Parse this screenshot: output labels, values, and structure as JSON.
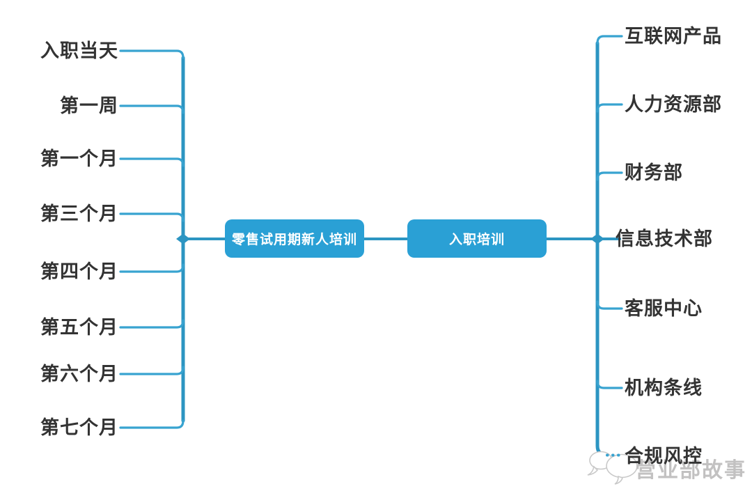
{
  "diagram": {
    "type": "mindmap",
    "center_nodes": [
      {
        "id": "left-topic",
        "label": "零售试用期新人培训"
      },
      {
        "id": "root-topic",
        "label": "入职培训"
      }
    ],
    "left_branches": [
      {
        "label": "入职当天"
      },
      {
        "label": "第一周"
      },
      {
        "label": "第一个月"
      },
      {
        "label": "第三个月"
      },
      {
        "label": "第四个月"
      },
      {
        "label": "第五个月"
      },
      {
        "label": "第六个月"
      },
      {
        "label": "第七个月"
      }
    ],
    "right_branches": [
      {
        "label": "互联网产品"
      },
      {
        "label": "人力资源部"
      },
      {
        "label": "财务部"
      },
      {
        "label": "信息技术部"
      },
      {
        "label": "客服中心"
      },
      {
        "label": "机构条线"
      },
      {
        "label": "合规风控"
      }
    ]
  },
  "watermark": {
    "text": "营业部故事",
    "icon": "chat-bubbles-icon"
  },
  "colors": {
    "node_fill": "#2AA0D5",
    "line": "#38A3D0",
    "spine": "#2C95C2",
    "label_text": "#333333",
    "watermark_text": "#C2C1C1"
  }
}
